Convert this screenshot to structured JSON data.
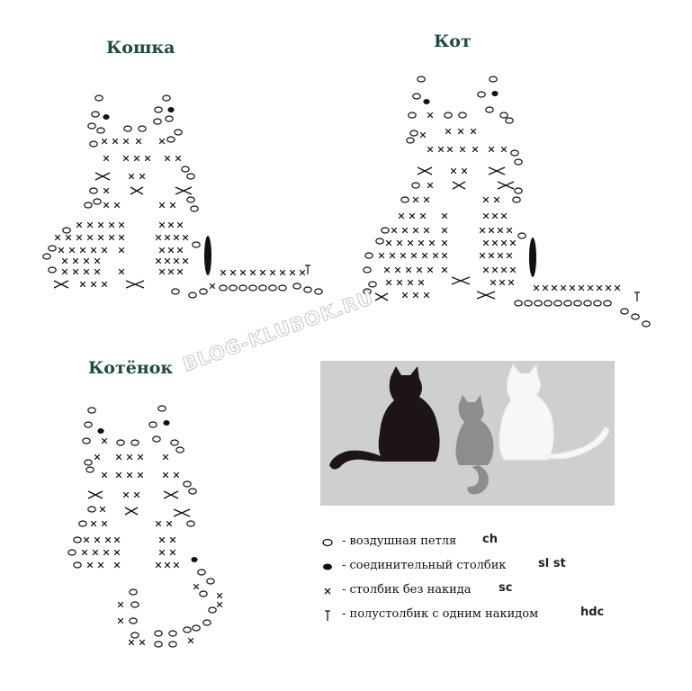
{
  "titles": {
    "koshka": "Кошка",
    "kot": "Кот",
    "kotenok": "Котёнок"
  },
  "watermark": "BLOG-KLUBOK.RU",
  "legend": [
    {
      "symbol": "chain-oval",
      "text": "- воздушная петля",
      "abbr": "ch"
    },
    {
      "symbol": "slip-stitch-dot",
      "text": "- соединительный столбик",
      "abbr": "sl st"
    },
    {
      "symbol": "single-crochet-x",
      "text": "- столбик без накида",
      "abbr": "sc"
    },
    {
      "symbol": "half-double-crochet-t",
      "text": "- полустолбик с одним накидом",
      "abbr": "hdc"
    }
  ],
  "colors": {
    "title": "#1f4a41",
    "symbol": "#111111",
    "photo_bg": "#cfcfcf",
    "black_cat": "#1c1416",
    "gray_cat": "#8e8c8d",
    "white_cat": "#f7f7f5"
  }
}
